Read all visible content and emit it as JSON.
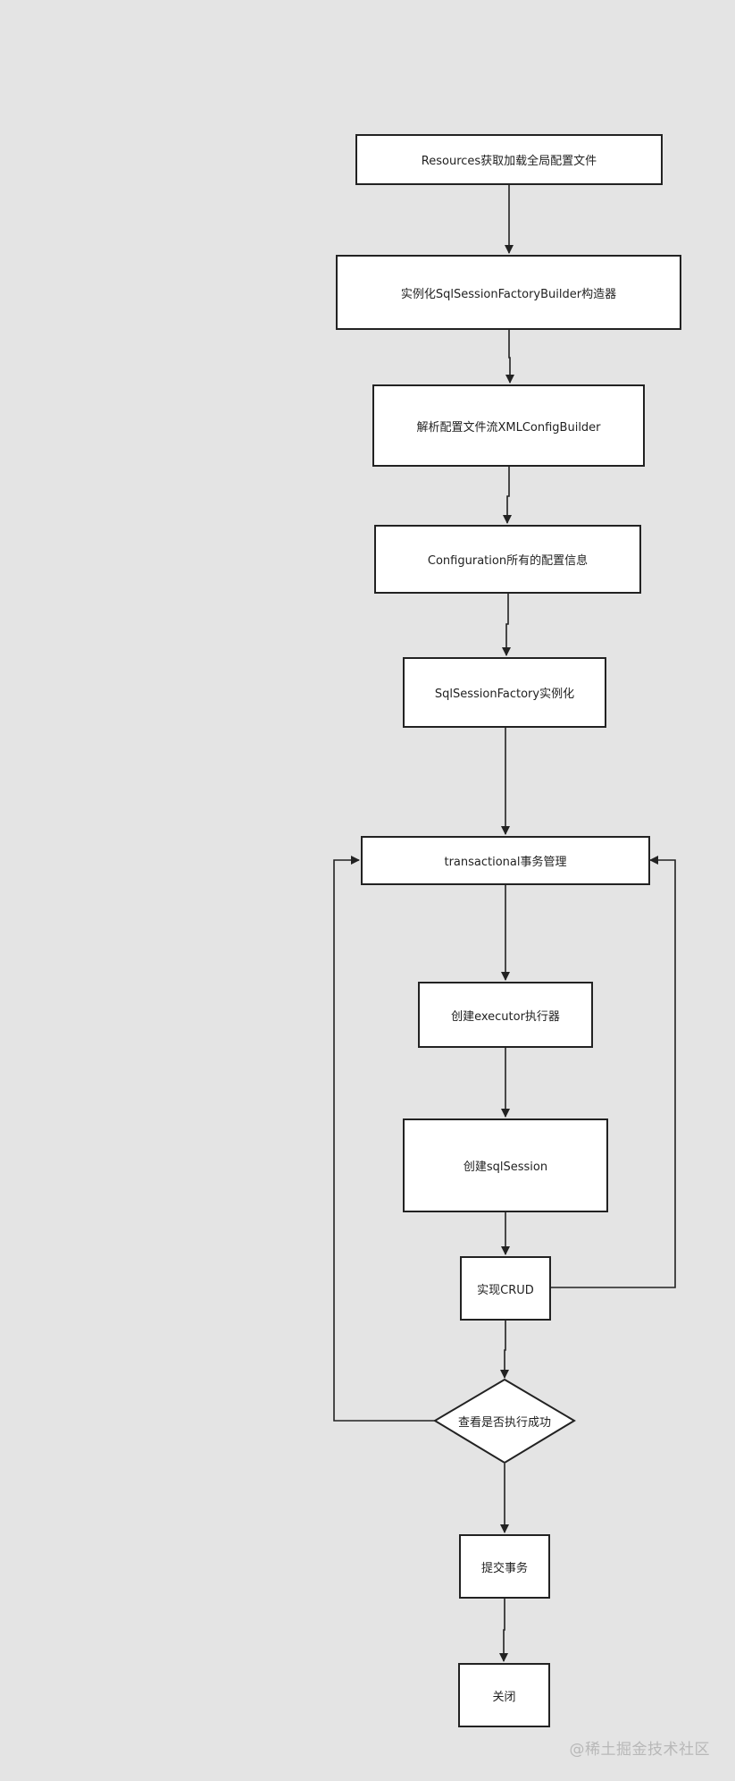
{
  "nodes": {
    "load_config": "Resources获取加载全局配置文件",
    "builder": "实例化SqlSessionFactoryBuilder构造器",
    "parse": "解析配置文件流XMLConfigBuilder",
    "configuration": "Configuration所有的配置信息",
    "factory": "SqlSessionFactory实例化",
    "transaction": "transactional事务管理",
    "executor": "创建executor执行器",
    "session": "创建sqlSession",
    "crud": "实现CRUD",
    "check": "查看是否执行成功",
    "commit": "提交事务",
    "close": "关闭"
  },
  "watermark": "@稀土掘金技术社区"
}
